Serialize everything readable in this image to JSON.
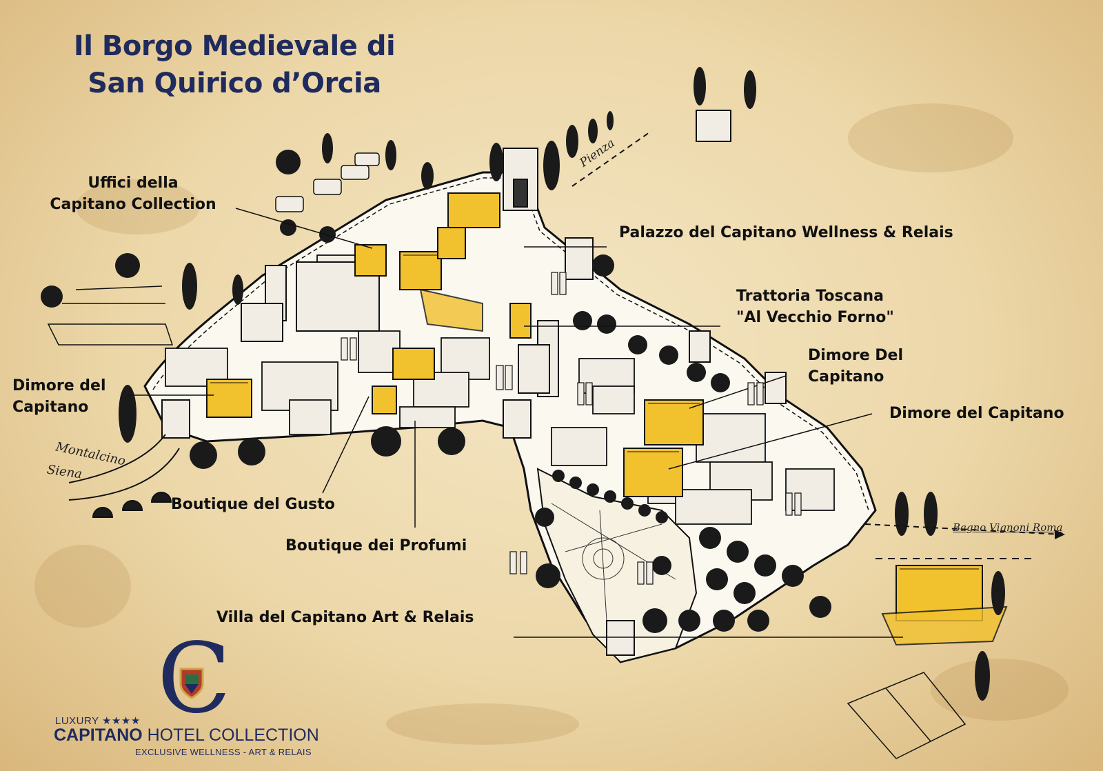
{
  "map": {
    "title_line1": "Il Borgo Medievale di",
    "title_line2": "San Quirico d’Orcia",
    "colors": {
      "parchment": "#ecd7a8",
      "title_blue": "#1f2b5e",
      "highlight_yellow": "#f2c12e",
      "ink": "#111111"
    }
  },
  "labels": {
    "uffici_line1": "Uffici della",
    "uffici_line2": "Capitano Collection",
    "palazzo": "Palazzo del Capitano Wellness & Relais",
    "trattoria_line1": "Trattoria Toscana",
    "trattoria_line2": "\"Al Vecchio Forno\"",
    "dimore_right_line1": "Dimore Del",
    "dimore_right_line2": "Capitano",
    "dimore_far_right": "Dimore del Capitano",
    "dimore_left_line1": "Dimore del",
    "dimore_left_line2": "Capitano",
    "boutique_gusto": "Boutique del Gusto",
    "boutique_profumi": "Boutique dei Profumi",
    "villa": "Villa del Capitano Art & Relais"
  },
  "routes": {
    "pienza": "Pienza",
    "montalcino": "Montalcino",
    "siena": "Siena",
    "bagno": "Bagno Vignoni  Roma"
  },
  "logo": {
    "letter": "C",
    "line1": "LUXURY ★★★★",
    "brand_bold": "CAPITANO",
    "brand_rest": " HOTEL COLLECTION",
    "tagline": "EXCLUSIVE WELLNESS - ART & RELAIS"
  }
}
